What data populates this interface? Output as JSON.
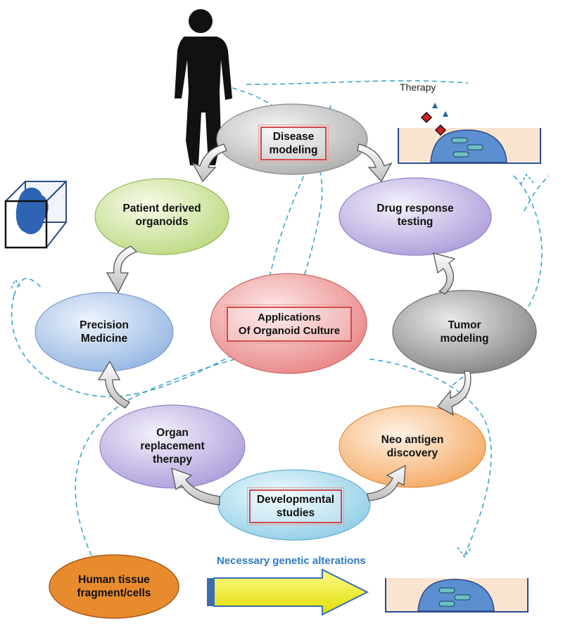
{
  "center": {
    "line1": "Applications",
    "line2": "Of Organoid Culture"
  },
  "nodes": {
    "disease": {
      "line1": "Disease",
      "line2": "modeling"
    },
    "patient": {
      "line1": "Patient derived",
      "line2": "organoids"
    },
    "drug": {
      "line1": "Drug response",
      "line2": "testing"
    },
    "precision": {
      "line1": "Precision",
      "line2": "Medicine"
    },
    "tumor": {
      "line1": "Tumor",
      "line2": "modeling"
    },
    "organ": {
      "line1": "Organ",
      "line2": "replacement",
      "line3": "therapy"
    },
    "neo": {
      "line1": "Neo antigen",
      "line2": "discovery"
    },
    "developmental": {
      "line1": "Developmental",
      "line2": "studies"
    },
    "human": {
      "line1": "Human tissue",
      "line2": "fragment/cells"
    }
  },
  "therapy_label": "Therapy",
  "genetic_label": "Necessary genetic alterations",
  "colors": {
    "disease": "#c8c8c8",
    "patient": "#d6e8a6",
    "drug": "#cfc5ec",
    "precision": "#bcd3ef",
    "tumor": "#9b9b9b",
    "center": "#f0a3a3",
    "organ": "#cfc5ec",
    "neo": "#f7c08e",
    "developmental": "#b7e0f2",
    "human": "#e88a2e",
    "yellow_arrow": "#f4f21a",
    "dashed": "#3aa6c9",
    "dish_fill": "#f8e4cf",
    "organoid": "#5b8fcf"
  }
}
